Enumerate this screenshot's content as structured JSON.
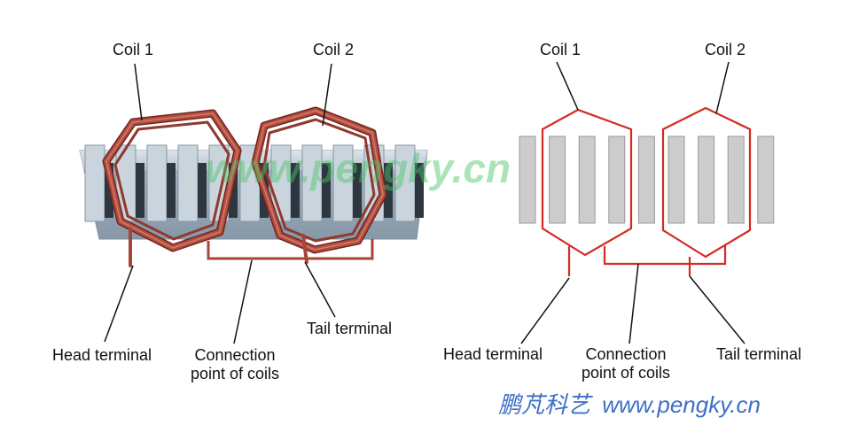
{
  "left_diagram": {
    "coil1_label": "Coil 1",
    "coil2_label": "Coil 2",
    "head_label": "Head terminal",
    "connection_label_line1": "Connection",
    "connection_label_line2": "point of coils",
    "tail_label": "Tail terminal"
  },
  "right_diagram": {
    "coil1_label": "Coil 1",
    "coil2_label": "Coil 2",
    "head_label": "Head terminal",
    "connection_label_line1": "Connection",
    "connection_label_line2": "point of coils",
    "tail_label": "Tail terminal"
  },
  "watermark": "www.pengky.cn",
  "brand": {
    "chinese": "鹏芃科艺",
    "url": "www.pengky.cn"
  },
  "colors": {
    "coil_copper": "#a8453a",
    "coil_red": "#d42a22",
    "core_steel": "#a9b7c4",
    "slot_gray": "#cccccc",
    "brand_blue": "#3d6fc6",
    "watermark_green": "#49c566"
  }
}
